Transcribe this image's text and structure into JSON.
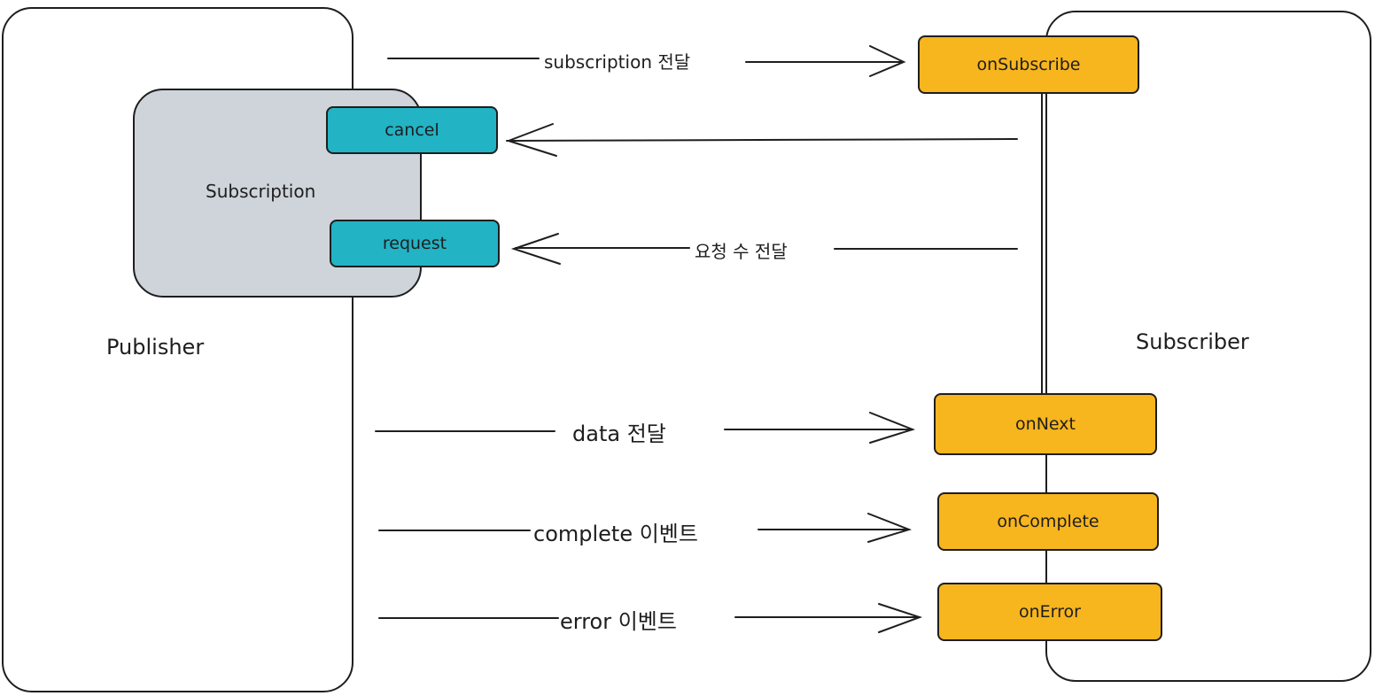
{
  "publisher": {
    "label": "Publisher"
  },
  "subscriber": {
    "label": "Subscriber"
  },
  "subscription": {
    "label": "Subscription",
    "cancel": "cancel",
    "request": "request"
  },
  "subscriber_methods": {
    "on_subscribe": "onSubscribe",
    "on_next": "onNext",
    "on_complete": "onComplete",
    "on_error": "onError"
  },
  "arrows": {
    "subscription_pass": "subscription 전달",
    "request_count": "요청 수 전달",
    "data_pass": "data 전달",
    "complete_event": "complete 이벤트",
    "error_event": "error 이벤트"
  },
  "colors": {
    "subscription_fill": "#ced4da",
    "teal_method": "#22b3c5",
    "amber_method": "#f7b51e",
    "stroke": "#1e1e1e"
  }
}
